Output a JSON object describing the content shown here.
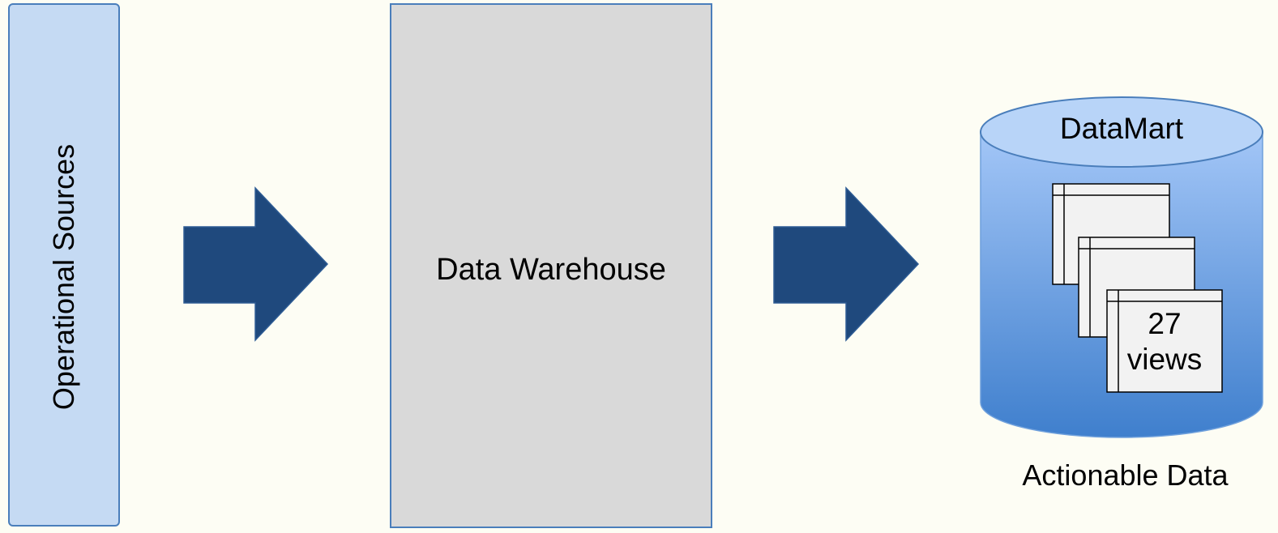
{
  "operational_sources": {
    "label": "Operational Sources"
  },
  "data_warehouse": {
    "label": "Data Warehouse"
  },
  "datamart": {
    "label": "DataMart",
    "views_count": "27",
    "views_unit": "views"
  },
  "output": {
    "label": "Actionable Data"
  },
  "colors": {
    "background": "#fdfdf4",
    "sources_fill": "#c5daf3",
    "warehouse_fill": "#d9d9d9",
    "border": "#4a7ebb",
    "arrow": "#1f497d",
    "cylinder_top": "#b8d4f8",
    "cylinder_body_top": "#a3c6f7",
    "cylinder_body_bottom": "#3f7fcd"
  }
}
